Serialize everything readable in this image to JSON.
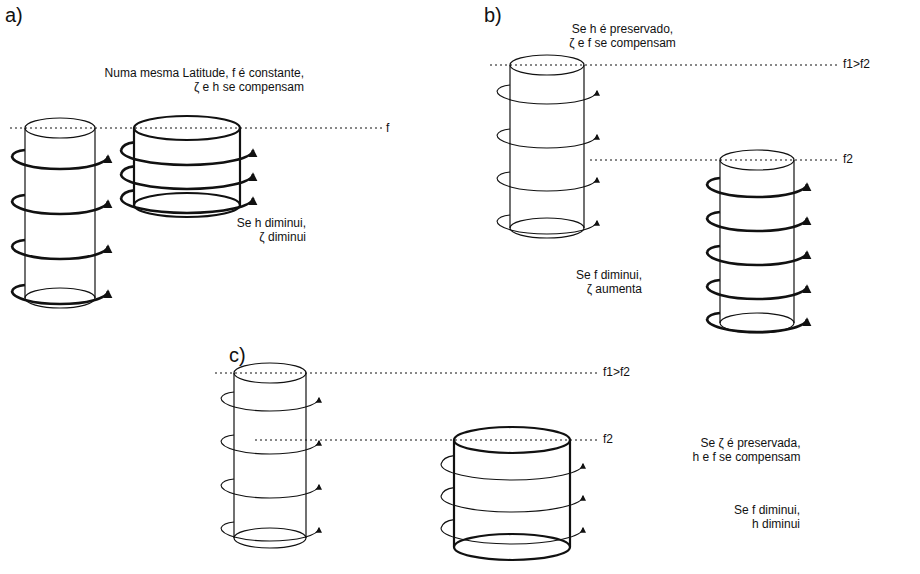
{
  "diagram": {
    "labels": [
      "a)",
      "Numa mesma Latitude, f é constante, ζ e h se compensam",
      "f",
      "Se h diminui, ζ diminui",
      "b)",
      "Se h é preservado, ζ e f se compensam",
      "f1>f2",
      "f2",
      "Se f diminui, ζ aumenta",
      "c)",
      "f1>f2",
      "f2",
      "Se ζ é preservada, h e f se compensam",
      "Se f diminui, h diminui"
    ]
  }
}
